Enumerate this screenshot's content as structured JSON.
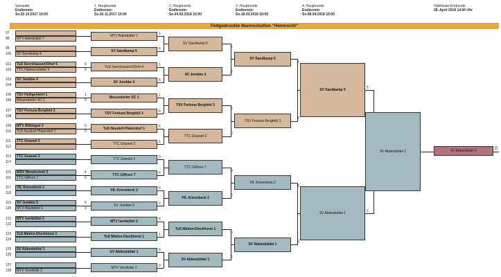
{
  "rounds": [
    {
      "title": "Vorrunde",
      "label": "Endtermin:",
      "date": "So.22.10.2017 10:00"
    },
    {
      "title": "1. Hauptrunde",
      "label": "Endtermin:",
      "date": "So.26.11.2017 10:00"
    },
    {
      "title": "2. Hauptrunde",
      "label": "Endtermin:",
      "date": "So.04.02.2018 10:00"
    },
    {
      "title": "3. Hauptrunde",
      "label": "Endtermin:",
      "date": "So.18.03.2018 10:00"
    },
    {
      "title": "4. Hauptrunde",
      "label": "Endtermin:",
      "date": "So.08.04.2018 10:00"
    },
    {
      "title": "Halbfinale-Endrunde",
      "label": "",
      "date": "28. April 2018 14.00 Uhr"
    }
  ],
  "banner": "Fettgedruckte Mannschaften \"Heimrecht\"",
  "vorrunde": [
    {
      "no": "97",
      "team": ""
    },
    {
      "no": "98",
      "team": "MTV Adenbüttel 7"
    },
    {
      "no": "99",
      "team": ""
    },
    {
      "no": "100",
      "team": "SV Sandkamp 5"
    },
    {
      "no": "101",
      "team": "TuS Seershausen/Ohof 4"
    },
    {
      "no": "102",
      "team": "TTC Hankensbüttel 3"
    },
    {
      "no": "103",
      "team": "SV Jembke 4"
    },
    {
      "no": "104",
      "team": ""
    },
    {
      "no": "105",
      "team": "TSV Heiligendorf 1"
    },
    {
      "no": "106",
      "team": "Wesendorfer SC 1"
    },
    {
      "no": "107",
      "team": "TSV Fortuna Bergfeld 3"
    },
    {
      "no": "108",
      "team": ""
    },
    {
      "no": "109",
      "team": "MTV Wittingen 2"
    },
    {
      "no": "110",
      "team": "TuS Neudorf-Platendorf 1"
    },
    {
      "no": "111",
      "team": "TTC Grassel 2"
    },
    {
      "no": "112",
      "team": ""
    },
    {
      "no": "113",
      "team": "TTC Grassel 1"
    },
    {
      "no": "114",
      "team": ""
    },
    {
      "no": "115",
      "team": "WSV Wendschott 3"
    },
    {
      "no": "116",
      "team": "TTC Gifhorn 7"
    },
    {
      "no": "117",
      "team": "VfL Knesebeck 2"
    },
    {
      "no": "118",
      "team": ""
    },
    {
      "no": "119",
      "team": "SV Jembke 5"
    },
    {
      "no": "120",
      "team": "MTV Wasbüttel 1"
    },
    {
      "no": "121",
      "team": "MTV Isenbüttel 2"
    },
    {
      "no": "122",
      "team": ""
    },
    {
      "no": "123",
      "team": "TuS Müden-Dieckhorst 1"
    },
    {
      "no": "124",
      "team": ""
    },
    {
      "no": "125",
      "team": "SV Abbesbüttel 1"
    },
    {
      "no": "126",
      "team": ""
    },
    {
      "no": "127",
      "team": ""
    },
    {
      "no": "128",
      "team": "MTV Vorsfelde 2"
    }
  ],
  "vor_scores": [
    {
      "t": "",
      "b": ""
    },
    {
      "t": "",
      "b": ""
    },
    {
      "t": "6",
      "b": "0"
    },
    {
      "t": "",
      "b": ""
    },
    {
      "t": "1",
      "b": "6"
    },
    {
      "t": "",
      "b": ""
    },
    {
      "t": "6",
      "b": "0"
    },
    {
      "t": "",
      "b": ""
    },
    {
      "t": "",
      "b": ""
    },
    {
      "t": "4",
      "b": "6"
    },
    {
      "t": "",
      "b": ""
    },
    {
      "t": "6",
      "b": "3"
    },
    {
      "t": "",
      "b": ""
    },
    {
      "t": "",
      "b": ""
    },
    {
      "t": "",
      "b": ""
    },
    {
      "t": "",
      "b": ""
    }
  ],
  "r1": [
    "MTV Adenbüttel 7",
    "SV Sandkamp 5",
    "TuS Seershausen/Ohof 4",
    "SV Jembke 4",
    "Wesendorfer SC 1",
    "TSV Fortuna Bergfeld 3",
    "TuS Neudorf-Platendorf 1",
    "TTC Grassel 2",
    "TTC Grassel 1",
    "TTC Gifhorn 7",
    "VfL Knesebeck 2",
    "SV Jembke 5",
    "MTV Isenbüttel 2",
    "TuS Müden-Dieckhorst 1",
    "SV Abbesbüttel 1",
    "MTV Vorsfelde 2"
  ],
  "r1_scores": [
    {
      "t": "1",
      "b": "6"
    },
    {
      "t": "1",
      "b": "6"
    },
    {
      "t": "1",
      "b": "6"
    },
    {
      "t": "6",
      "b": "1"
    },
    {
      "t": "0",
      "b": "6"
    },
    {
      "t": "6",
      "b": "0"
    },
    {
      "t": "6",
      "b": "1"
    },
    {
      "t": "6",
      "b": "0"
    }
  ],
  "r2": [
    "SV Sandkamp 5",
    "SV Jembke 4",
    "TSV Fortuna Bergfeld 3",
    "TTC Grassel 2",
    "TTC Gifhorn 7",
    "VfL Knesebeck 2",
    "TuS Müden-Dieckhorst 1",
    "SV Abbesbüttel 1"
  ],
  "r2_scores": [
    {
      "t": "6",
      "b": "2"
    },
    {
      "t": "6",
      "b": "0"
    },
    {
      "t": "3",
      "b": "6"
    },
    {
      "t": "0",
      "b": "6"
    }
  ],
  "r3": [
    "SV Sandkamp 5",
    "TSV Fortuna Bergfeld 3",
    "VfL Knesebeck 2",
    "SV Abbesbüttel 1"
  ],
  "r3_scores": [
    {
      "t": "6",
      "b": "4"
    },
    {
      "t": "4",
      "b": "6"
    }
  ],
  "r4": [
    "SV Sandkamp 5",
    "SV Abbesbüttel 1"
  ],
  "r4_scores": [
    {
      "t": "5",
      "b": "6"
    }
  ],
  "r5": [
    "SV Abbesbüttel 1"
  ],
  "final": {
    "team": "SV Abbesbüttel 1",
    "marker": "D"
  }
}
